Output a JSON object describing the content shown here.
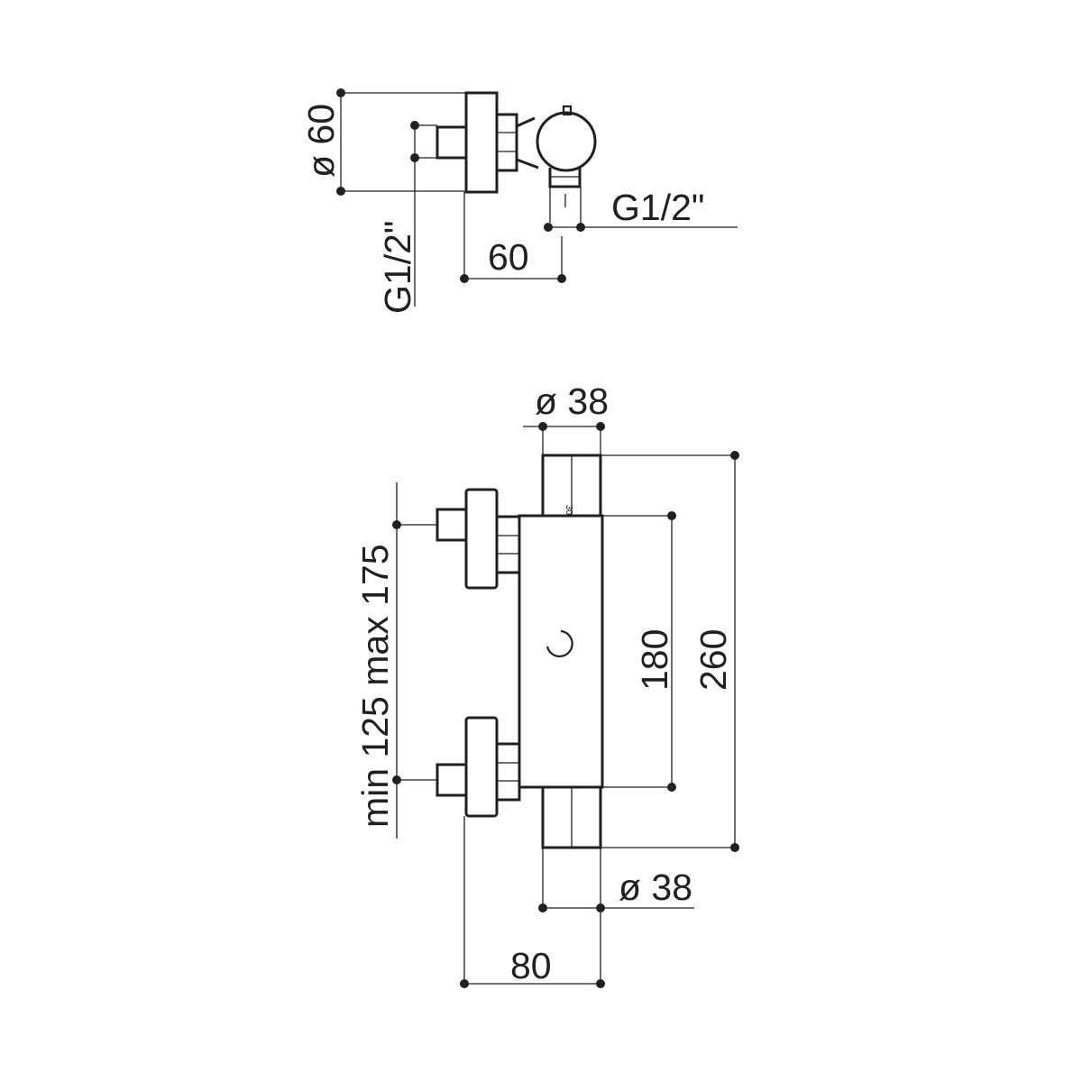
{
  "side_view": {
    "dim_diameter": "ø 60",
    "dim_inlet_thread_left": "G1/2\"",
    "dim_outlet_thread_right": "G1/2\"",
    "dim_depth": "60"
  },
  "front_view": {
    "dim_top_diameter": "ø 38",
    "dim_bottom_diameter": "ø 38",
    "dim_inlet_spacing": "min 125 max 175",
    "dim_body_height": "180",
    "dim_total_height": "260",
    "dim_projection": "80",
    "knob_scale_mark": "30"
  }
}
